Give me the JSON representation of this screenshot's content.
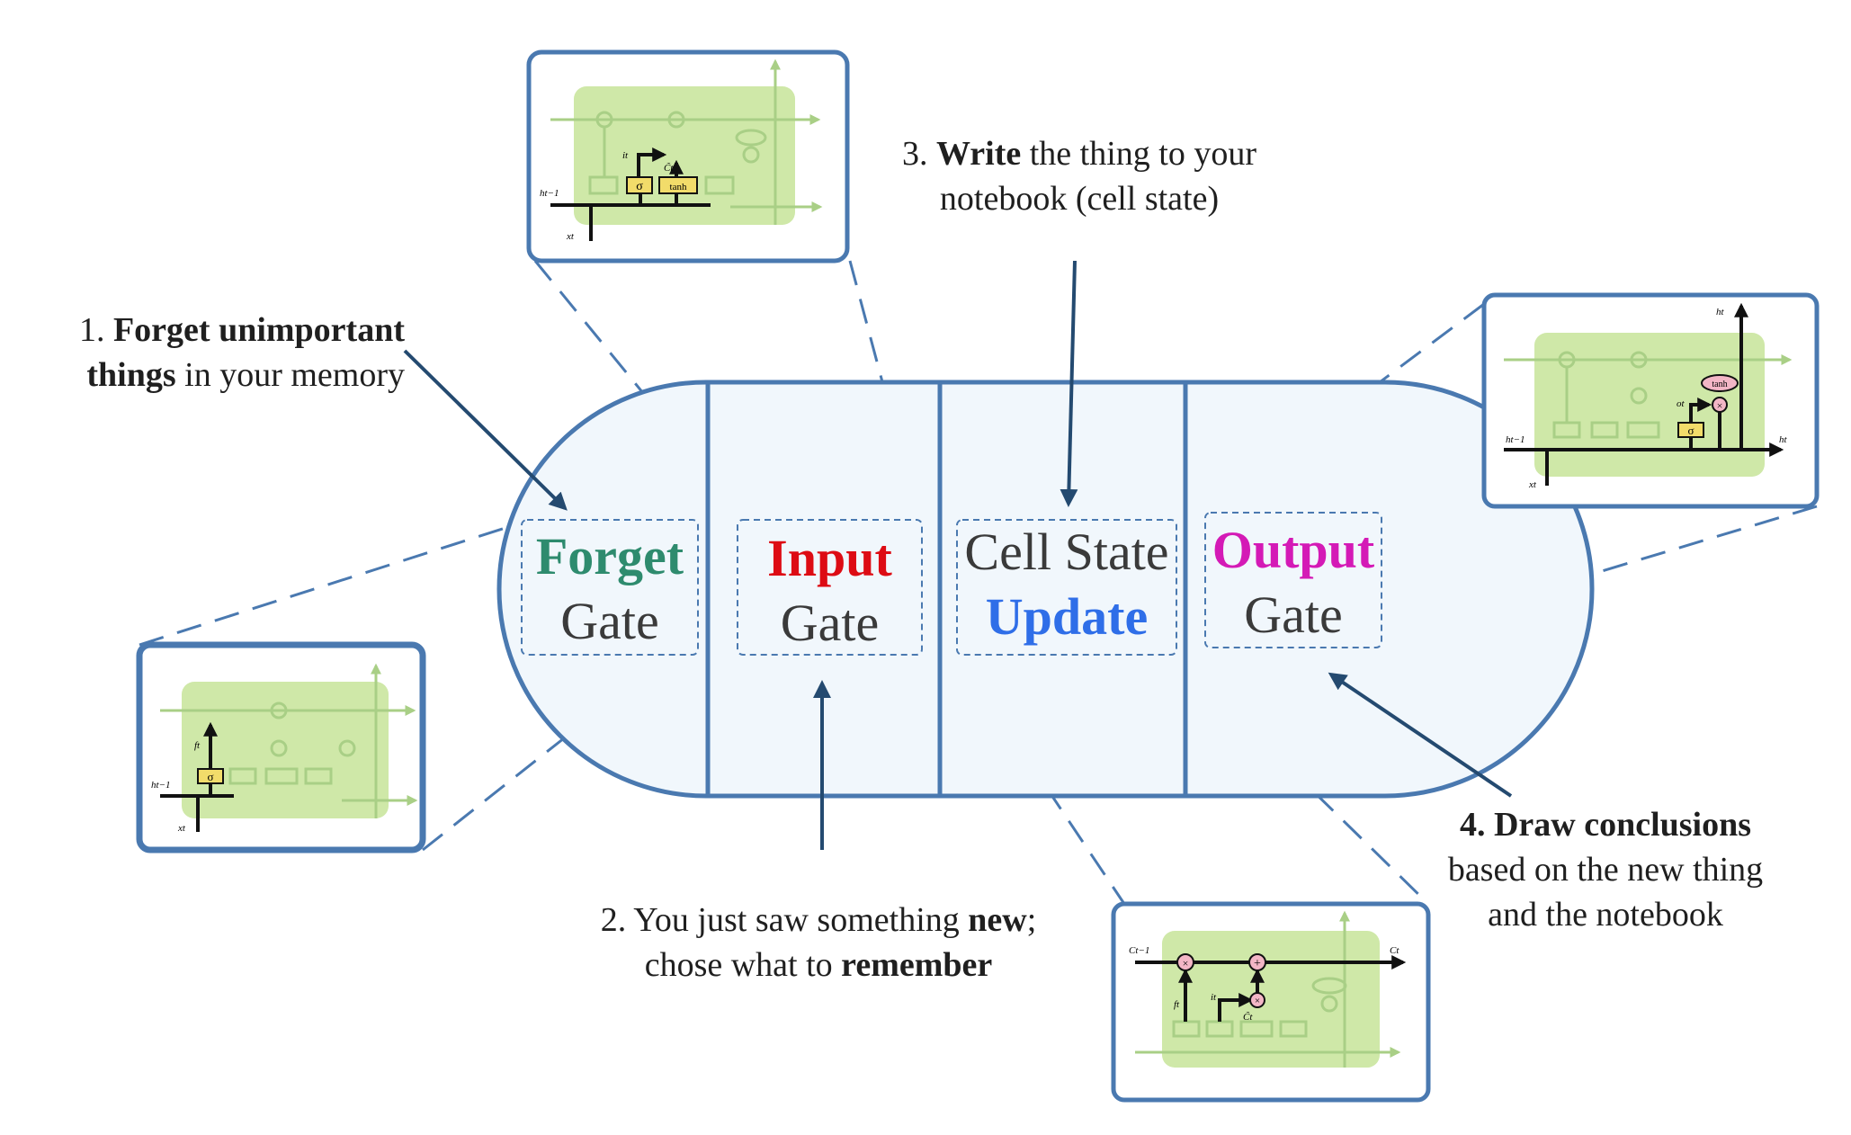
{
  "gates": {
    "forget": {
      "line1": "Forget",
      "line2": "Gate",
      "color": "#2e8b6e"
    },
    "input": {
      "line1": "Input",
      "line2": "Gate",
      "color": "#dd0c14"
    },
    "cell": {
      "line1": "Cell State",
      "line2": "Update",
      "color": "#2f6ee8"
    },
    "output": {
      "line1": "Output",
      "line2": "Gate",
      "color": "#d41ab6"
    }
  },
  "annotations": {
    "a1": {
      "num": "1. ",
      "bold1": "Forget unimportant",
      "bold2": "things",
      "rest": " in your memory"
    },
    "a2": {
      "pre": "2. You just saw something ",
      "bold1": "new",
      "post": ";",
      "pre2": "chose what to ",
      "bold2": "remember"
    },
    "a3": {
      "num": "3. ",
      "bold1": "Write",
      "rest1": " the thing to your",
      "line2": "notebook (cell state)"
    },
    "a4": {
      "bold1": "4. Draw conclusions",
      "line2": "based on the new thing",
      "line3": "and the notebook"
    }
  },
  "thumb_labels": {
    "c_prev": "Ct−1",
    "c_t": "Ct",
    "h_t": "ht",
    "h_prev": "ht−1",
    "x_t": "xt",
    "f_t": "ft",
    "i_t": "it",
    "c_tilde": "C̃t",
    "o_t": "ot",
    "sigma": "σ",
    "tanh": "tanh",
    "times": "×",
    "plus": "+"
  },
  "colors": {
    "outline": "#4a79b0",
    "capsule_fill": "#f1f7fc",
    "arrow": "#244a70",
    "thumb_green": "#cfe8a8",
    "gate_box": "#f2dc6a"
  }
}
